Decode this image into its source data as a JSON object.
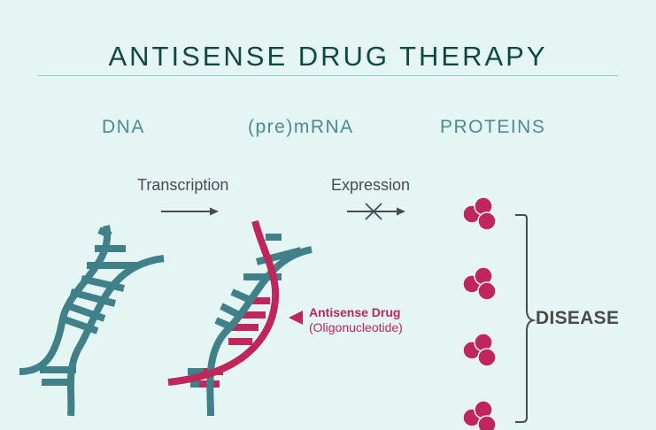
{
  "title": "ANTISENSE DRUG THERAPY",
  "columns": {
    "dna": "DNA",
    "mrna": "(pre)mRNA",
    "proteins": "PROTEINS"
  },
  "steps": {
    "transcription": "Transcription",
    "expression": "Expression"
  },
  "drug": {
    "name": "Antisense Drug",
    "subtitle": "(Oligonucleotide)"
  },
  "outcome": "DISEASE",
  "colors": {
    "background": "#e4f5f3",
    "title": "#0f4a3e",
    "dna_strand": "#3f8089",
    "drug_strand": "#c0265b",
    "protein": "#c0265b",
    "arrow": "#474c50"
  }
}
